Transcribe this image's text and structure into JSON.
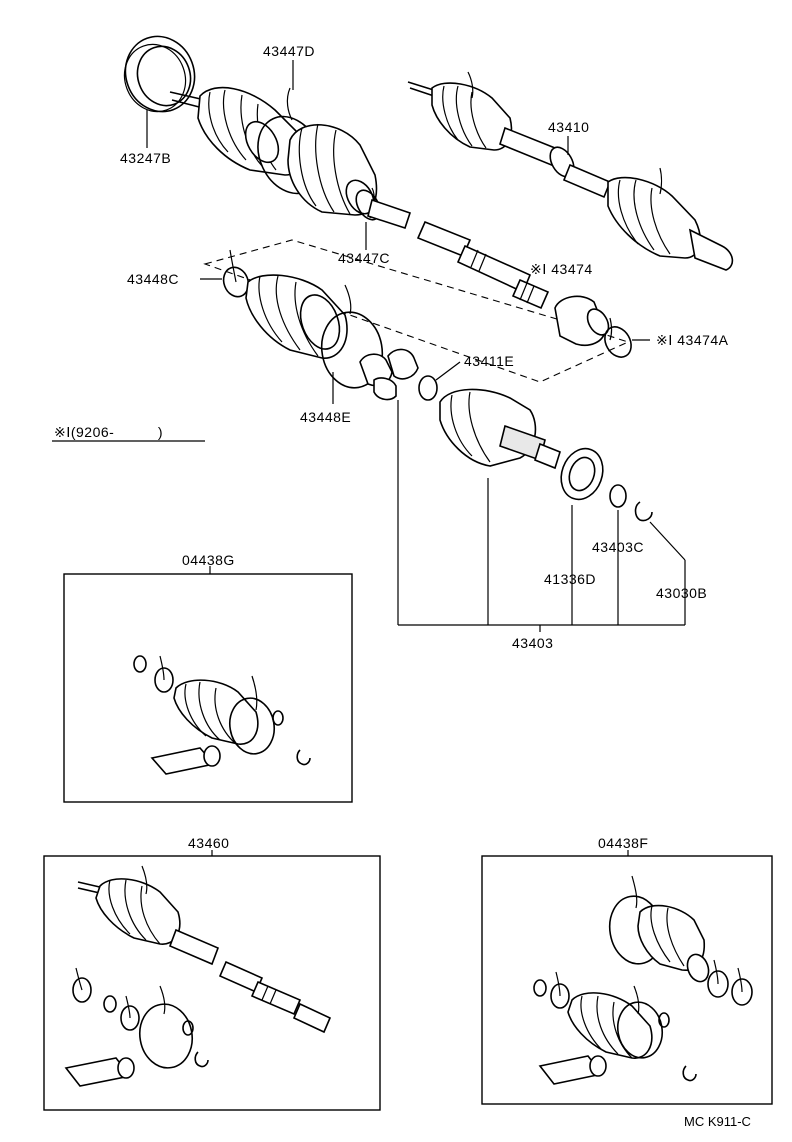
{
  "labels": {
    "p43247B": "43247B",
    "p43447D": "43447D",
    "p43447C": "43447C",
    "p43410": "43410",
    "p43474": "※Ⅰ 43474",
    "p43474A": "※Ⅰ 43474A",
    "p43448C": "43448C",
    "p43448E": "43448E",
    "p43411E": "43411E",
    "note": "※Ⅰ(9206-　　　)",
    "p41336D": "41336D",
    "p43403C": "43403C",
    "p43030B": "43030B",
    "p43403": "43403",
    "kit04438G": "04438G",
    "kit43460": "43460",
    "kit04438F": "04438F",
    "code": "MC K911-C"
  }
}
